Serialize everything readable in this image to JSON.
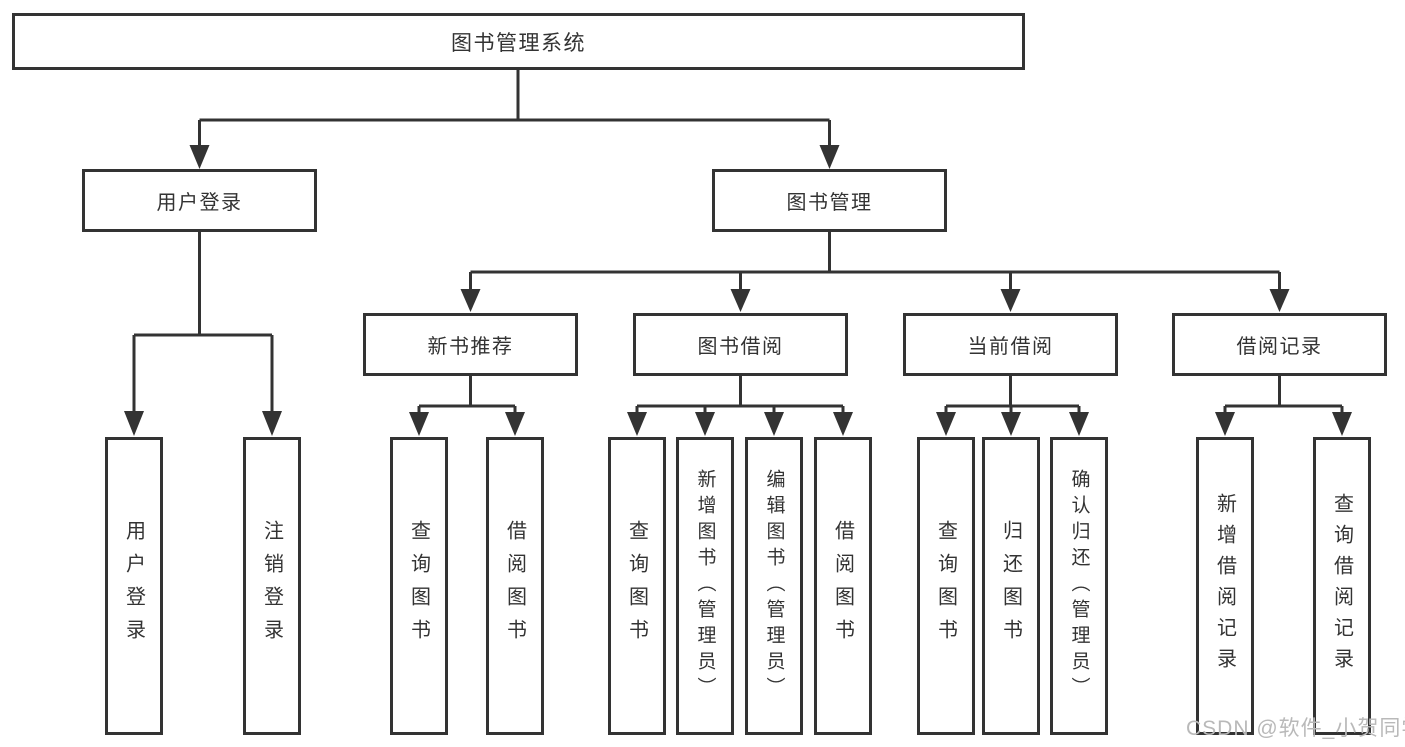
{
  "diagram": {
    "root": "图书管理系统",
    "user_login": "用户登录",
    "book_management": "图书管理",
    "user_login_children": [
      "用户登录",
      "注销登录"
    ],
    "book_management_children": [
      "新书推荐",
      "图书借阅",
      "当前借阅",
      "借阅记录"
    ],
    "new_book_children": [
      "查询图书",
      "借阅图书"
    ],
    "book_borrow_children": [
      "查询图书",
      "新增图书（管理员）",
      "编辑图书（管理员）",
      "借阅图书"
    ],
    "current_borrow_children": [
      "查询图书",
      "归还图书",
      "确认归还（管理员）"
    ],
    "borrow_record_children": [
      "新增借阅记录",
      "查询借阅记录"
    ]
  },
  "watermark": {
    "text": "CSDN @软件_小贺同学",
    "color": "#b9b9b9"
  },
  "style": {
    "line_color": "#333333",
    "box_border_color": "#333333",
    "box_background": "#ffffff",
    "text_color": "#333333"
  }
}
